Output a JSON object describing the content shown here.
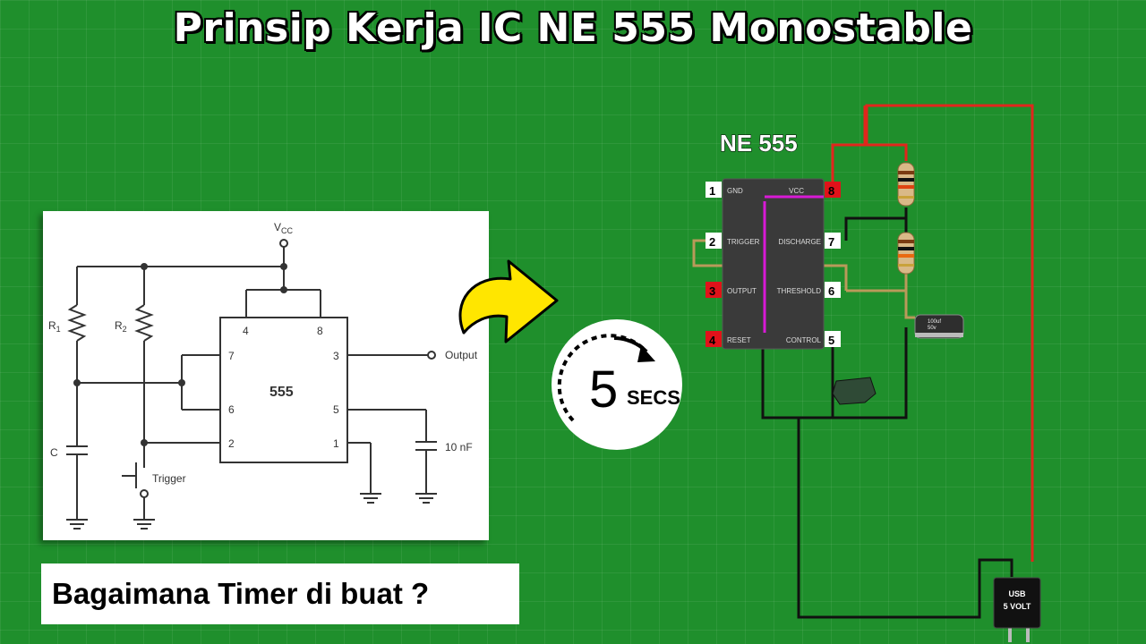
{
  "title": "Prinsip Kerja IC NE 555 Monostable",
  "caption": "Bagaimana Timer di buat ?",
  "timer_badge": {
    "number": "5",
    "unit": "SECS"
  },
  "schematic": {
    "vcc_label_main": "V",
    "vcc_label_sub": "CC",
    "r1_label_main": "R",
    "r1_label_sub": "1",
    "r2_label_main": "R",
    "r2_label_sub": "2",
    "c_label": "C",
    "trigger_label": "Trigger",
    "chip_label": "555",
    "output_label": "Output",
    "cap_label": "10 nF",
    "pins": {
      "p4": "4",
      "p8": "8",
      "p7": "7",
      "p3": "3",
      "p6": "6",
      "p5": "5",
      "p2": "2",
      "p1": "1"
    }
  },
  "breadboard": {
    "chip_title": "NE 555",
    "pins": [
      {
        "num": "1",
        "label": "GND"
      },
      {
        "num": "2",
        "label": "TRIGGER"
      },
      {
        "num": "3",
        "label": "OUTPUT"
      },
      {
        "num": "4",
        "label": "RESET"
      },
      {
        "num": "8",
        "label": "VCC"
      },
      {
        "num": "7",
        "label": "DISCHARGE"
      },
      {
        "num": "6",
        "label": "THRESHOLD"
      },
      {
        "num": "5",
        "label": "CONTROL"
      }
    ],
    "capacitor_text": [
      "100uf",
      "50v"
    ],
    "usb_text": [
      "USB",
      "5 VOLT"
    ]
  },
  "colors": {
    "background": "#1f8f2c",
    "arrow": "#ffe600",
    "wire_red": "#e1261c",
    "wire_magenta": "#d81ad6",
    "wire_tan": "#b99a5a",
    "pin_red": "#e0121a"
  }
}
